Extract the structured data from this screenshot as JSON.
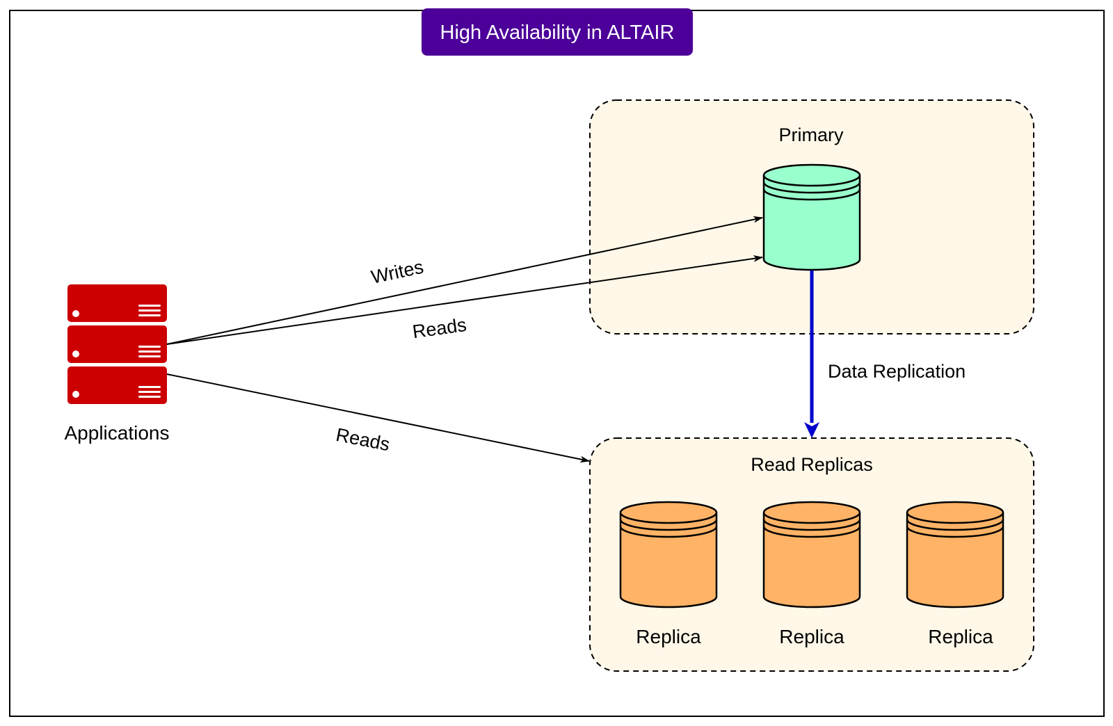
{
  "title": "High Availability in ALTAIR",
  "colors": {
    "title_bg": "#4c0099",
    "group_bg": "#fff8e8",
    "primary_db": "#99ffcc",
    "replica_db": "#ffb366",
    "app_server": "#cc0000",
    "replication_arrow": "#0000cc"
  },
  "nodes": {
    "applications": {
      "label": "Applications",
      "icon": "server-stack-icon"
    },
    "primary_group": {
      "label": "Primary",
      "icon": "database-icon"
    },
    "replica_group": {
      "label": "Read Replicas",
      "replicas": [
        {
          "label": "Replica",
          "icon": "database-icon"
        },
        {
          "label": "Replica",
          "icon": "database-icon"
        },
        {
          "label": "Replica",
          "icon": "database-icon"
        }
      ]
    }
  },
  "edges": {
    "writes": {
      "label": "Writes",
      "from": "Applications",
      "to": "Primary"
    },
    "reads_primary": {
      "label": "Reads",
      "from": "Applications",
      "to": "Primary"
    },
    "reads_replicas": {
      "label": "Reads",
      "from": "Applications",
      "to": "Read Replicas"
    },
    "replication": {
      "label": "Data Replication",
      "from": "Primary",
      "to": "Read Replicas"
    }
  }
}
